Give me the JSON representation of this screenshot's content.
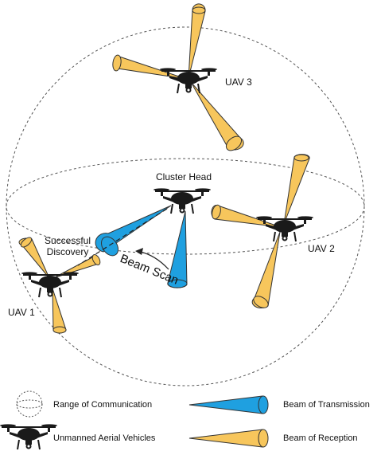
{
  "labels": {
    "cluster_head": "Cluster Head",
    "uav1": "UAV 1",
    "uav2": "UAV 2",
    "uav3": "UAV 3",
    "discovery_line1": "Successful",
    "discovery_line2": "Discovery",
    "beam_scan": "Beam Scan"
  },
  "legend": {
    "range": "Range of Communication",
    "uavs": "Unmanned Aerial Vehicles",
    "transmission": "Beam of Transmission",
    "reception": "Beam of Reception"
  },
  "colors": {
    "reception_beam": "#f7c65c",
    "transmission_beam": "#1fa0e0",
    "outline": "#333333",
    "uav_body": "#1a1a1a"
  }
}
